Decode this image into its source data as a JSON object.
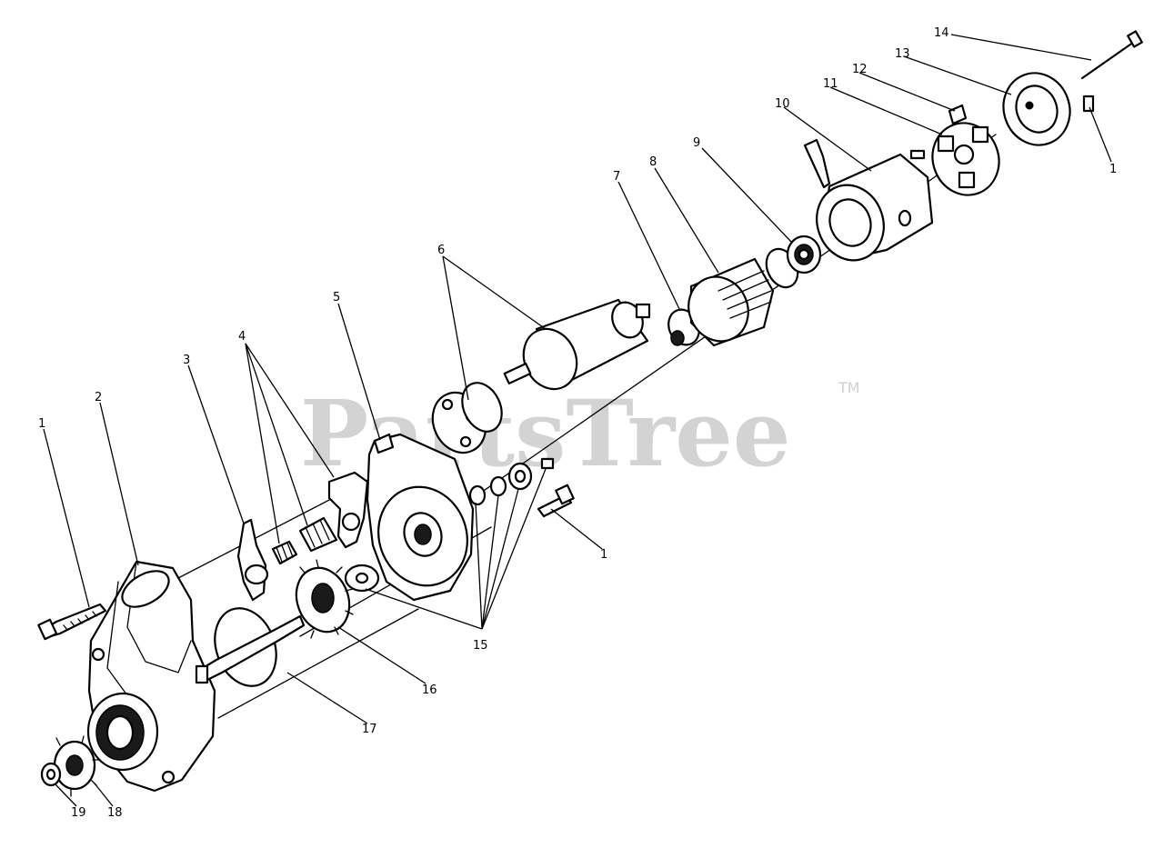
{
  "watermark": {
    "text": "PartsTree",
    "trademark": "TM"
  },
  "labels": {
    "l1a": "1",
    "l1b": "1",
    "l1c": "1",
    "l2": "2",
    "l3": "3",
    "l4": "4",
    "l5": "5",
    "l6": "6",
    "l7": "7",
    "l8": "8",
    "l9": "9",
    "l10": "10",
    "l11": "11",
    "l12": "12",
    "l13": "13",
    "l14": "14",
    "l15": "15",
    "l16": "16",
    "l17": "17",
    "l18": "18",
    "l19": "19"
  },
  "colors": {
    "ink": "#000000",
    "watermark": "#d3d3d3",
    "background": "#ffffff"
  }
}
